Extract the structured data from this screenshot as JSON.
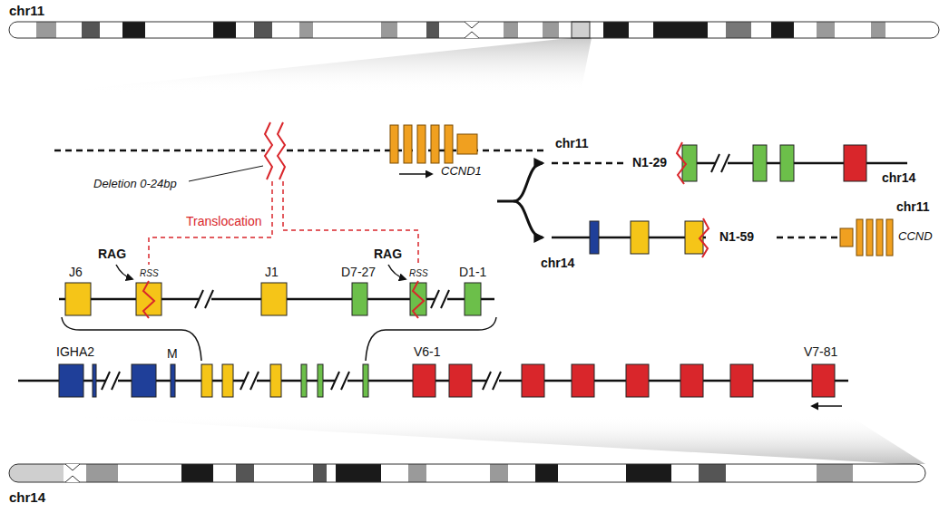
{
  "diagram": {
    "labels": [
      "chr11",
      "Deletion 0-24bp",
      "Translocation",
      "CCND1",
      "RAG",
      "RAG",
      "RSS",
      "RSS",
      "J6",
      "J1",
      "D7-27",
      "D1-1",
      "chr11",
      "N1-29",
      "chr14",
      "chr14",
      "N1-59",
      "chr11",
      "CCND",
      "IGHA2",
      "M",
      "V6-1",
      "V7-81",
      "chr14"
    ]
  }
}
